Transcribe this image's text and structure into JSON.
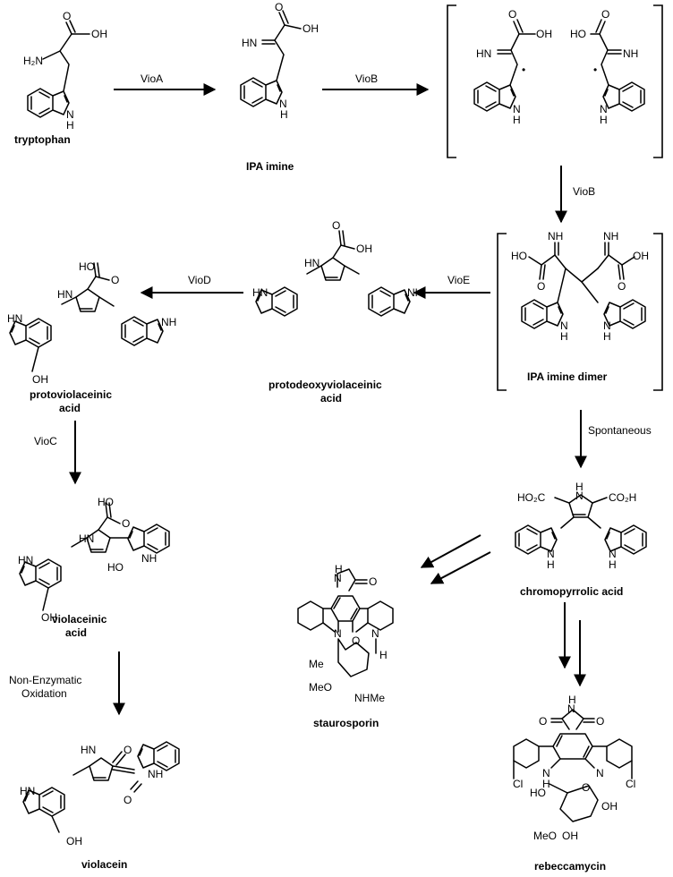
{
  "compounds": {
    "tryptophan": "tryptophan",
    "ipa_imine": "IPA imine",
    "ipa_dimer": "IPA imine dimer",
    "protodeoxy_1": "protodeoxyviolaceinic",
    "protodeoxy_2": "acid",
    "protoviol_1": "protoviolaceinic",
    "protoviol_2": "acid",
    "viol_acid_1": "violaceinic",
    "viol_acid_2": "acid",
    "violacein": "violacein",
    "chromopyrrolic": "chromopyrrolic acid",
    "staurosporin": "staurosporin",
    "rebeccamycin": "rebeccamycin"
  },
  "enzymes": {
    "vioA": "VioA",
    "vioB1": "VioB",
    "vioB2": "VioB",
    "vioE": "VioE",
    "vioD": "VioD",
    "vioC": "VioC",
    "spontaneous": "Spontaneous",
    "nonenz_1": "Non-Enzymatic",
    "nonenz_2": "Oxidation"
  },
  "atoms": {
    "OH": "OH",
    "O": "O",
    "HO": "HO",
    "H2N": "H₂N",
    "HN": "HN",
    "NH": "NH",
    "N": "N",
    "H": "H",
    "CO2H": "CO₂H",
    "HO2C": "HO₂C",
    "Cl": "Cl",
    "Me": "Me",
    "MeO": "MeO",
    "NHMe": "NHMe",
    "radical": "•"
  }
}
